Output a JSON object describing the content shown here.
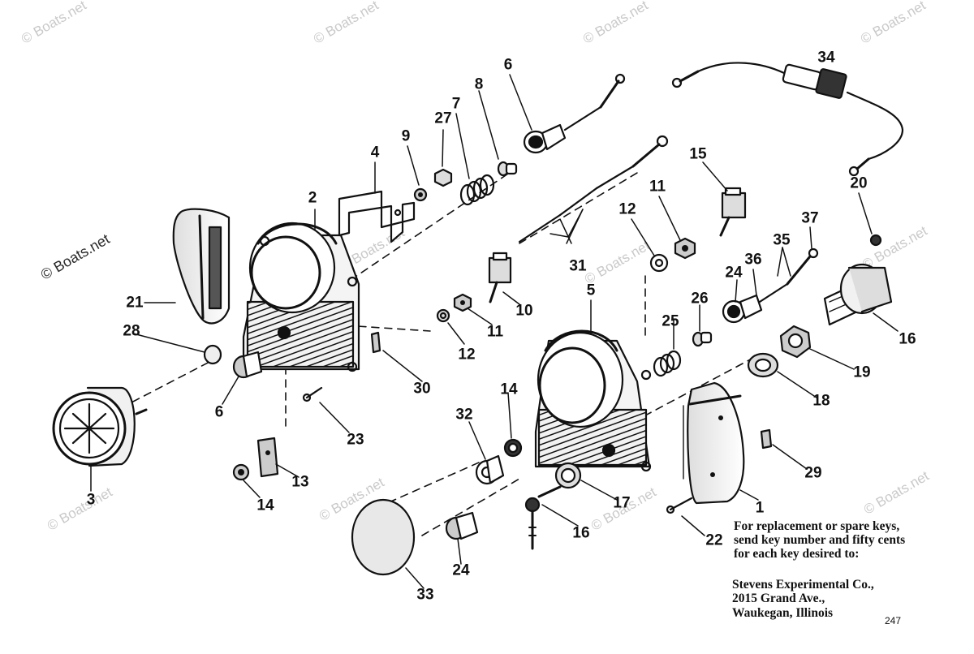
{
  "watermark_text": "© Boats.net",
  "callouts": [
    "1",
    "2",
    "3",
    "4",
    "5",
    "6",
    "6",
    "7",
    "8",
    "9",
    "10",
    "11",
    "11",
    "12",
    "12",
    "13",
    "14",
    "14",
    "15",
    "16",
    "16",
    "17",
    "18",
    "19",
    "20",
    "21",
    "22",
    "23",
    "24",
    "24",
    "25",
    "26",
    "27",
    "28",
    "29",
    "30",
    "31",
    "32",
    "33",
    "34",
    "35",
    "36",
    "37"
  ],
  "note": {
    "line1": "For replacement or spare keys,",
    "line2": "send key number and fifty cents",
    "line3": "for each key desired to:",
    "address1": "Stevens Experimental Co.,",
    "address2": "2015 Grand Ave.,",
    "address3": "Waukegan, Illinois"
  },
  "page_number": "247",
  "colors": {
    "ink": "#111111",
    "watermark": "#c9c9c9",
    "background": "#ffffff"
  }
}
